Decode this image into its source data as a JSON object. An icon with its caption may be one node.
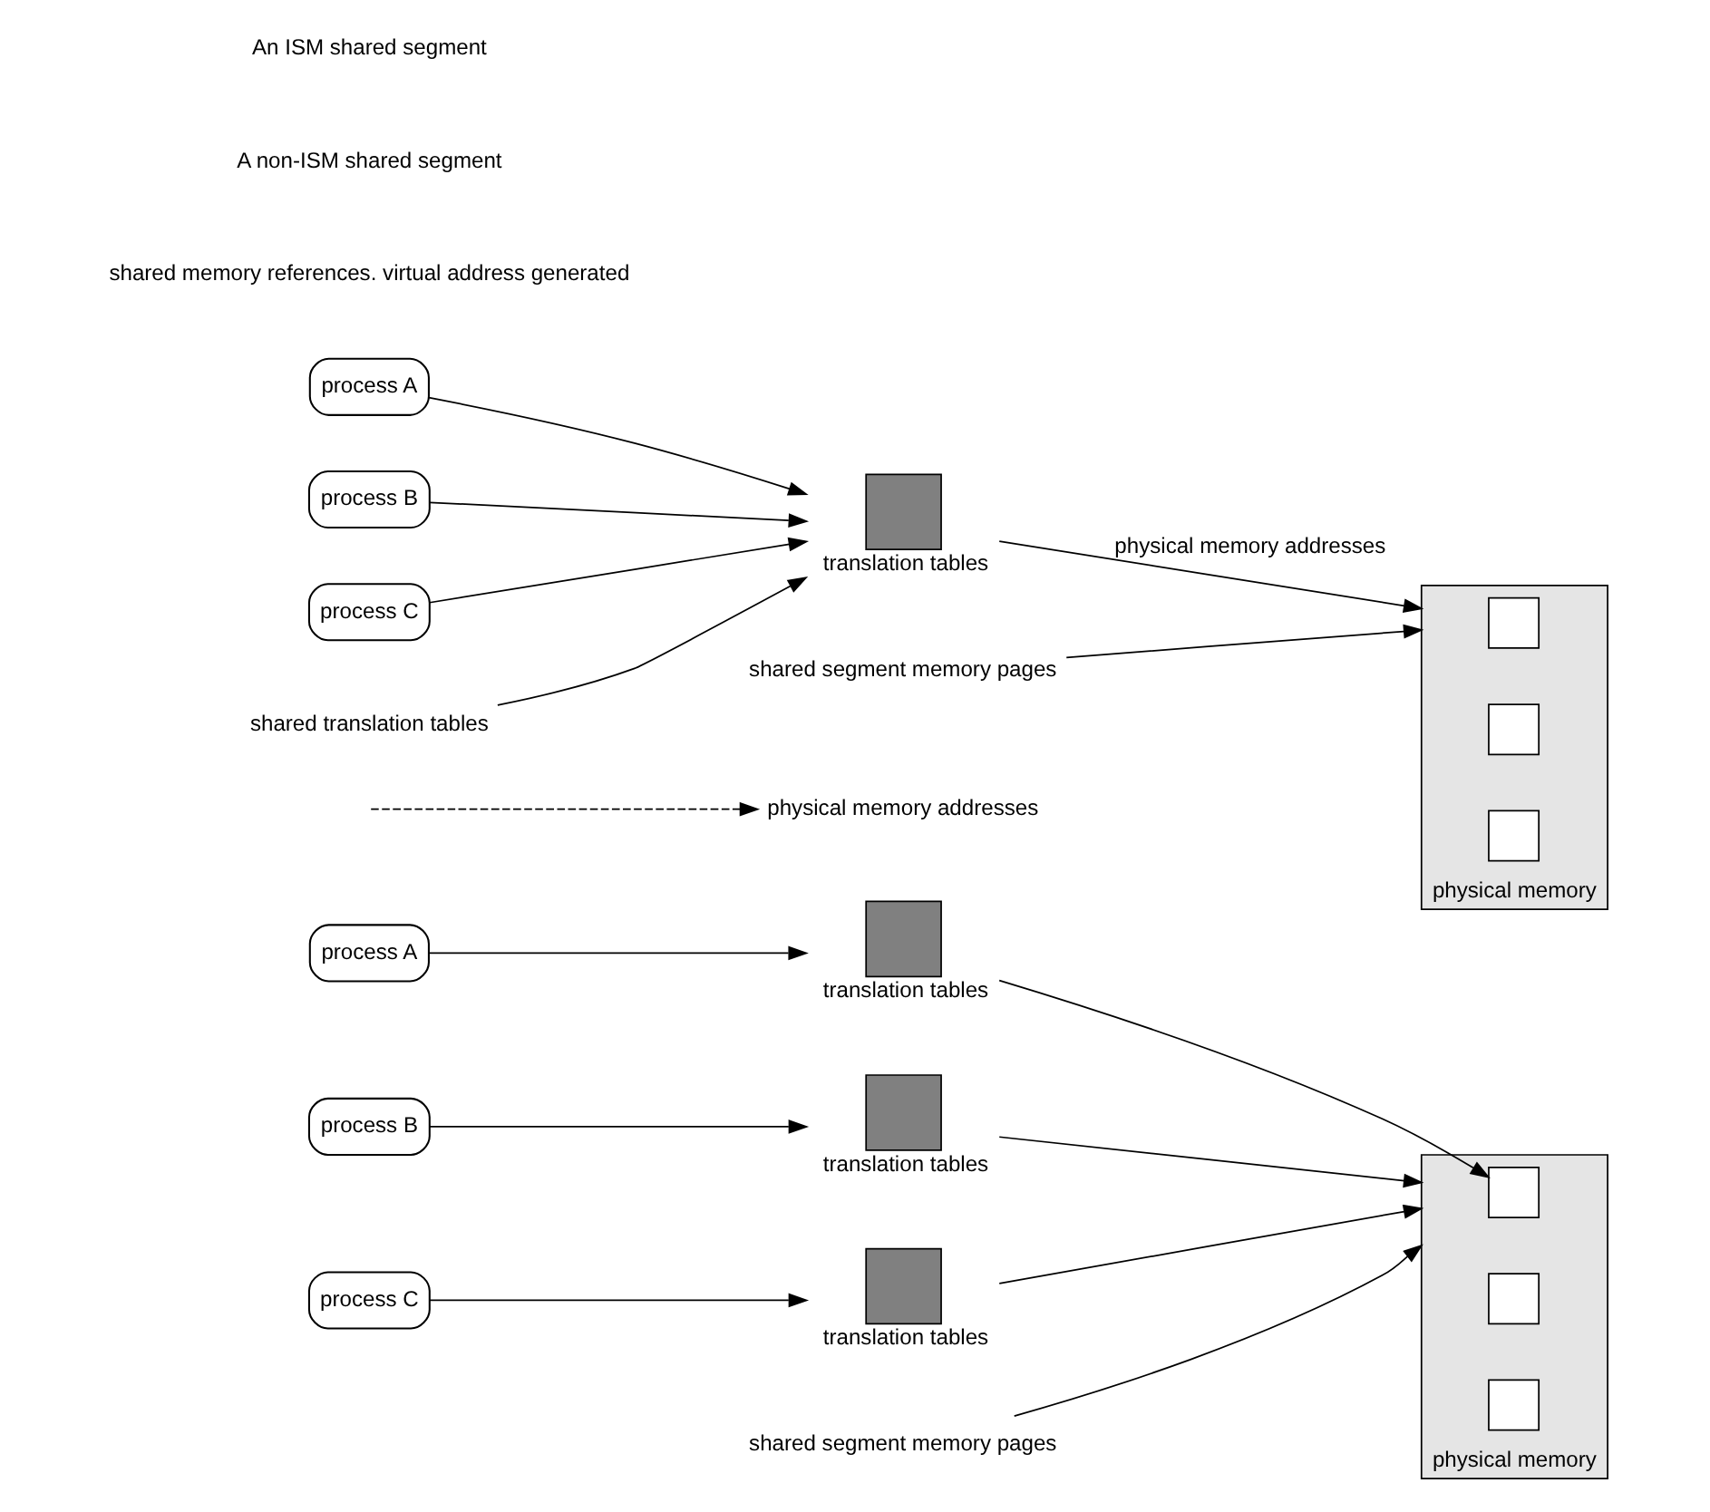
{
  "diagram": {
    "nodes": [
      {
        "text": [
          "process A"
        ]
      },
      {
        "text": [
          "process B"
        ]
      },
      {
        "text": [
          "process C"
        ]
      },
      {
        "text": [],
        "shape": "box",
        "beside": [
          "translation tables"
        ]
      },
      {
        "text": [],
        "shape": "box",
        "beside": [
          "translation tables"
        ]
      },
      {
        "text": [],
        "shape": "box",
        "beside": [
          "translation tables"
        ]
      },
      {
        "text": [],
        "shape": "box",
        "beside": [
          "physical memory"
        ]
      },
      {
        "text": [],
        "shape": "box",
        "in": 6
      },
      {
        "text": [],
        "shape": "box",
        "in": 6
      },
      {
        "text": [],
        "shape": "box",
        "in": 6
      },
      {
        "text": [
          "shared segment memory pages"
        ]
      },
      {
        "text": [
          "physical memory addresses"
        ]
      },
      {
        "text": [
          "process A"
        ]
      },
      {
        "text": [
          "process B"
        ]
      },
      {
        "text": [
          "process C"
        ]
      },
      {
        "text": [
          "shared translation tables"
        ]
      },
      {
        "text": [],
        "shape": "box",
        "beside": [
          "translation tables"
        ]
      },
      {
        "text": [],
        "shape": "box",
        "beside": [
          "physical memory"
        ]
      },
      {
        "text": [],
        "shape": "box",
        "in": 17
      },
      {
        "text": [],
        "shape": "box",
        "in": 17
      },
      {
        "text": [],
        "shape": "box",
        "in": 17
      },
      {
        "text": [
          "shared segment memory pages"
        ]
      }
    ],
    "edges": [
      {
        "from": 0,
        "to": 3,
        "arrow": "to"
      },
      {
        "from": 1,
        "to": 4,
        "arrow": "to"
      },
      {
        "from": 2,
        "to": 5,
        "arrow": "to"
      },
      {
        "from": 3,
        "to": 7,
        "arrow": "to"
      },
      {
        "from": 4,
        "to": 6,
        "arrow": "to"
      },
      {
        "from": 5,
        "to": 6,
        "arrow": "to"
      },
      {
        "from": 10,
        "to": 6,
        "arrow": "to"
      },
      {
        "from": null,
        "to": 11,
        "arrow": "to",
        "style": "dashed"
      },
      {
        "from": 12,
        "to": 16,
        "arrow": "to"
      },
      {
        "from": 13,
        "to": 16,
        "arrow": "to"
      },
      {
        "from": 14,
        "to": 16,
        "arrow": "to"
      },
      {
        "from": 15,
        "to": 16,
        "arrow": "to"
      },
      {
        "from": 16,
        "to": 17,
        "arrow": "to",
        "label": "physical memory addresses"
      },
      {
        "from": 21,
        "to": 17,
        "arrow": "to"
      }
    ],
    "labels": [
      "shared memory references. virtual address generated",
      "A non-ISM shared segment",
      "An ISM shared segment"
    ]
  }
}
